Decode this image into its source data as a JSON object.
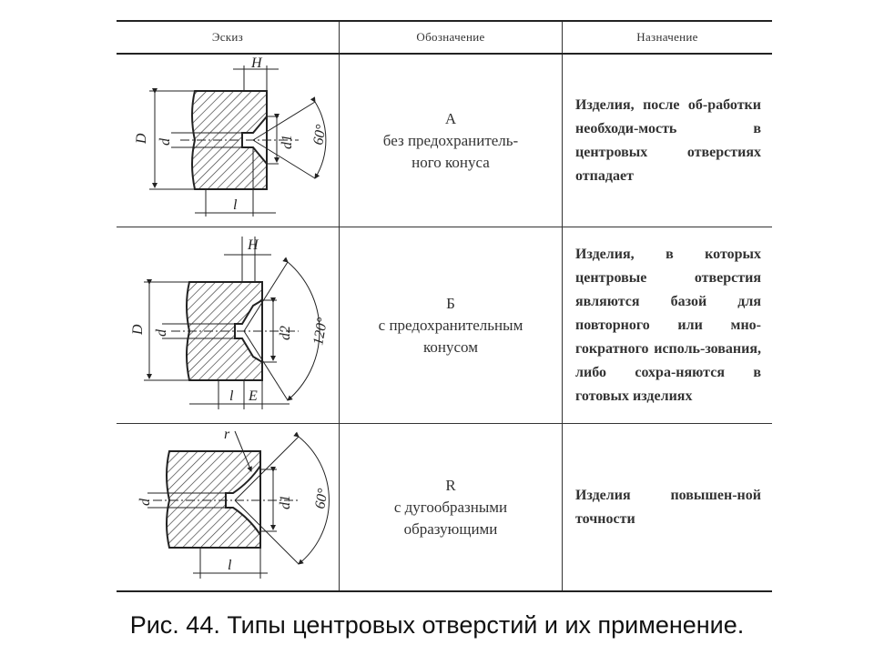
{
  "table": {
    "headers": [
      "Эскиз",
      "Обозначение",
      "Назначение"
    ],
    "rows": [
      {
        "code": "A",
        "description": "без предохранитель-\nного конуса",
        "purpose": "Изделия, после об-работки необходи-мость в центровых отверстиях отпадает",
        "dims": {
          "H": "H",
          "D": "D",
          "d": "d",
          "d1": "d1",
          "l": "l",
          "angle": "60°"
        }
      },
      {
        "code": "Б",
        "description": "с предохранительным\nконусом",
        "purpose": "Изделия, в которых центровые отверстия являются базой для повторного или мно-гократного исполь-зования, либо сохра-няются в готовых изделиях",
        "dims": {
          "H": "H",
          "D": "D",
          "d": "d",
          "d2": "d2",
          "l": "l",
          "E": "E",
          "angle": "120°"
        }
      },
      {
        "code": "R",
        "description": "с дугообразными\nобразующими",
        "purpose": "Изделия повышен-ной точности",
        "dims": {
          "r": "r",
          "d": "d",
          "d1": "d1",
          "l": "l",
          "angle": "60°"
        }
      }
    ]
  },
  "caption": "Рис. 44. Типы центровых отверстий  и их применение.",
  "colors": {
    "line": "#222222",
    "text": "#333333",
    "background": "#ffffff"
  }
}
